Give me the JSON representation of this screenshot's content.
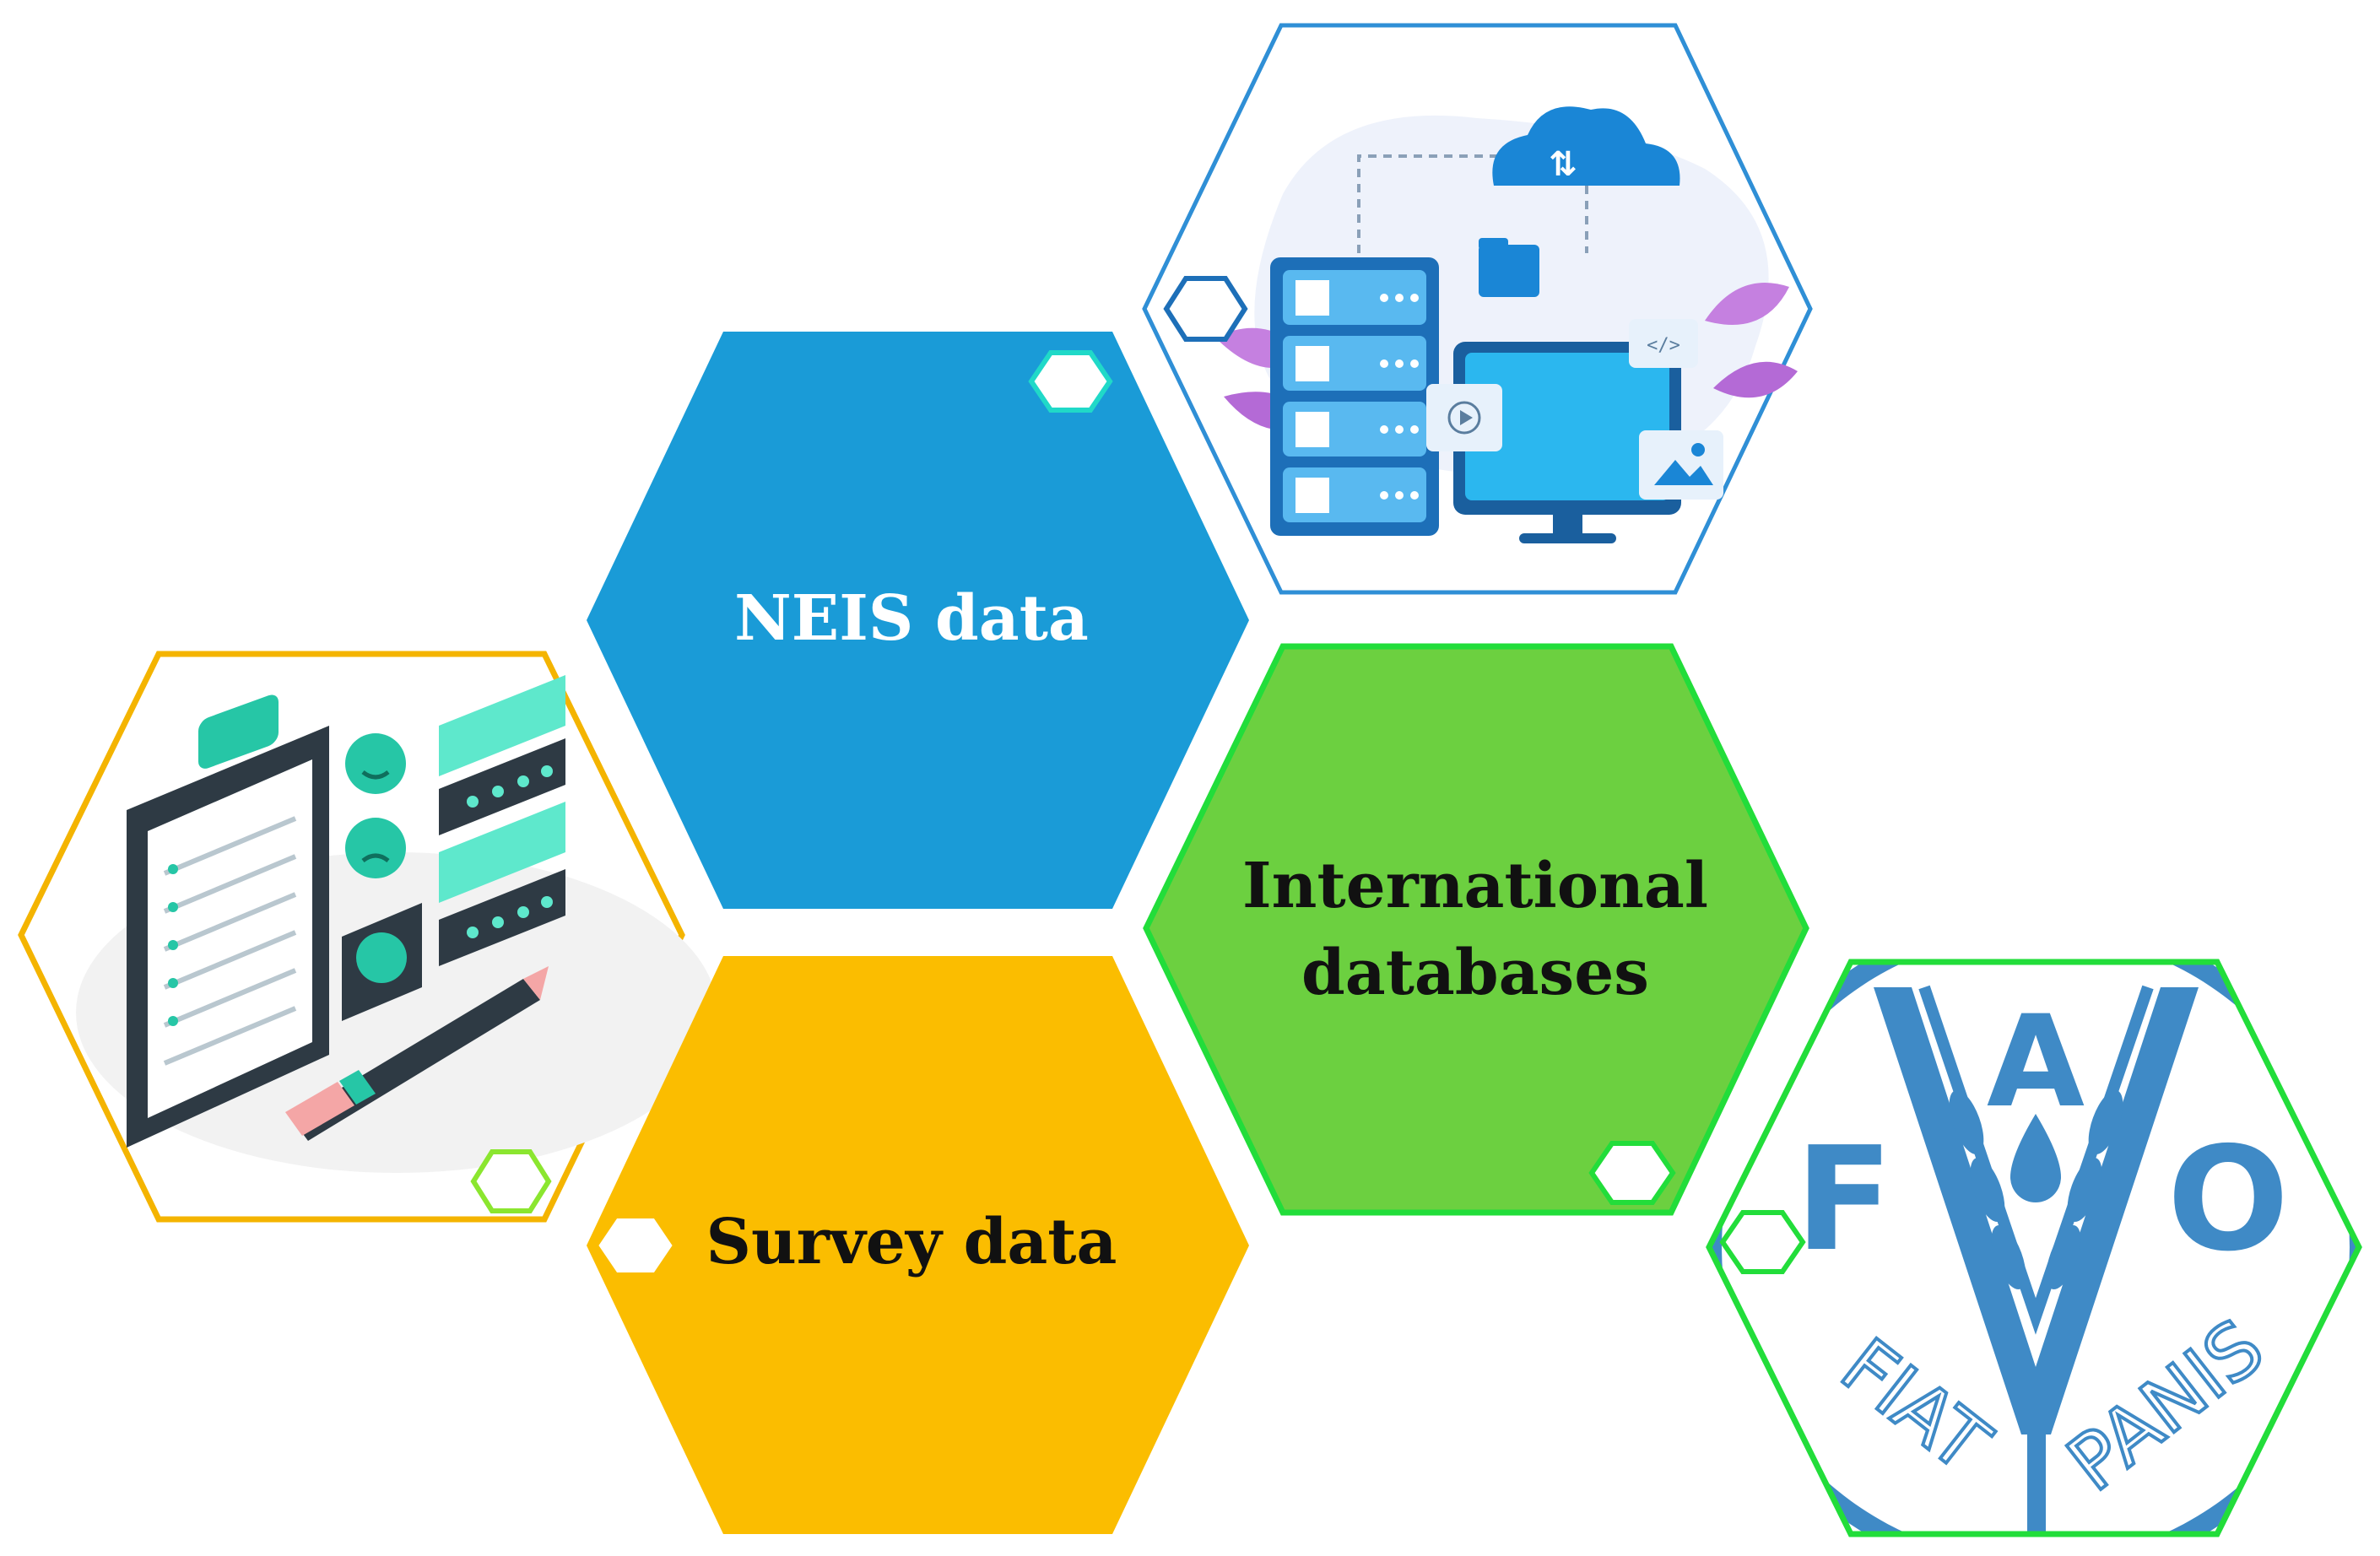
{
  "colors": {
    "neis_fill": "#1a9bd7",
    "survey_fill": "#fbbd00",
    "international_fill": "#6cd040",
    "international_stroke": "#22dd3a",
    "survey_image_stroke": "#f4b400",
    "database_image_stroke": "#2f8fd6",
    "fao_stroke": "#22dd3a",
    "fao_blue": "#3f8ac6",
    "connector_stroke": "#20d9c8",
    "connector_green_stroke": "#8be62f"
  },
  "labels": {
    "neis": "NEIS data",
    "survey": "Survey data",
    "international_line1": "International",
    "international_line2": "databases"
  },
  "fao_logo": {
    "letter_f": "F",
    "letter_a": "A",
    "letter_o": "O",
    "motto_left": "FIAT",
    "motto_right": "PANIS"
  },
  "icons": {
    "survey_image": "clipboard-survey-illustration-icon",
    "database_image": "cloud-server-computer-illustration-icon",
    "fao_image": "fao-logo-icon"
  }
}
